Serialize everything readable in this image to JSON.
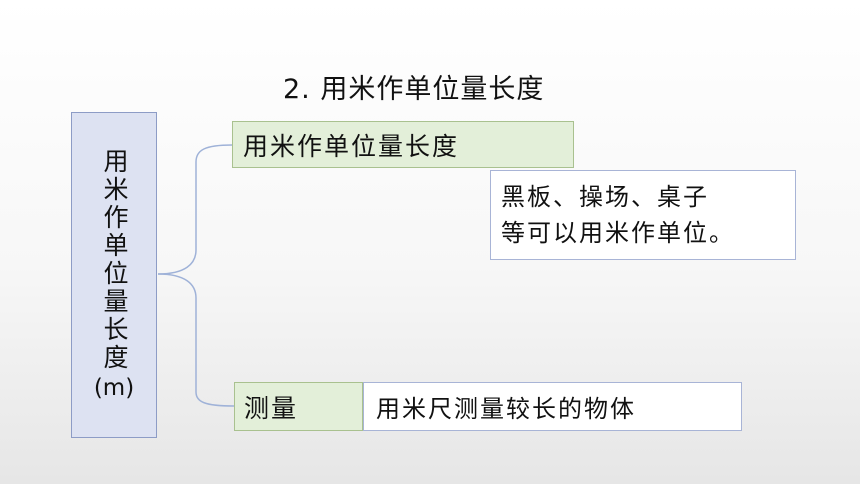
{
  "title": "2. 用米作单位量长度",
  "root": {
    "label": "用米作单位量长度",
    "unit": "(m)"
  },
  "branch_top": {
    "label": "用米作单位量长度",
    "note_line1": "黑板、操场、桌子",
    "note_line2": "等可以用米作单位。"
  },
  "branch_bottom": {
    "label": "测量",
    "description": "用米尺测量较长的物体"
  },
  "colors": {
    "root_fill": "#dde2f2",
    "root_border": "#8d9cc6",
    "branch_fill": "#e3efd9",
    "branch_border": "#a9c18f",
    "note_border": "#a8b4d6"
  }
}
